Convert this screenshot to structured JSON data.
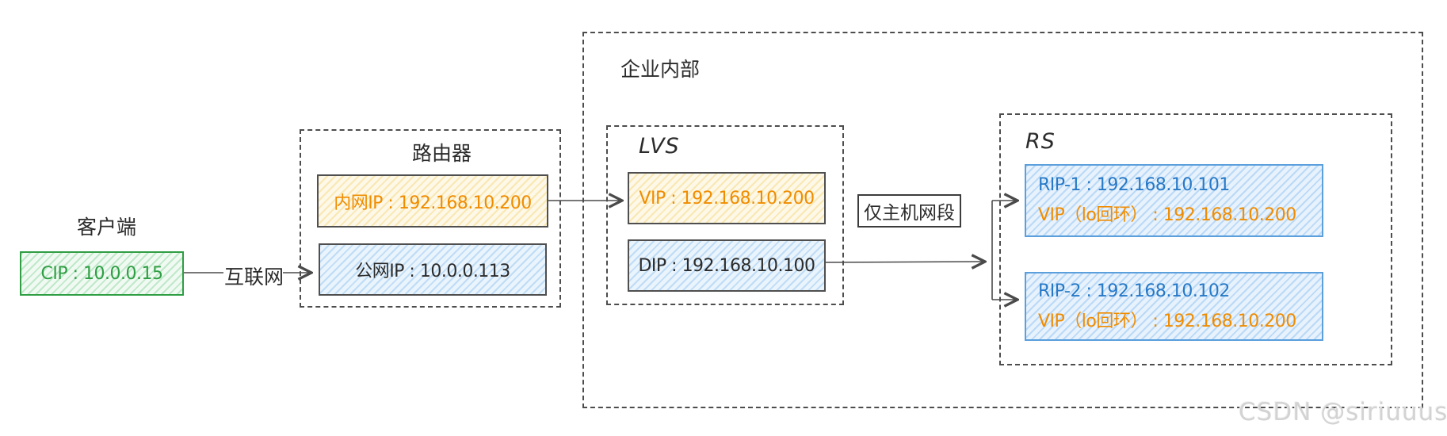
{
  "client": {
    "title": "客户端",
    "cip": "CIP : 10.0.0.15"
  },
  "labels": {
    "internet": "互联网",
    "host_only": "仅主机网段"
  },
  "router": {
    "title": "路由器",
    "lan_ip": "内网IP : 192.168.10.200",
    "wan_ip": "公网IP : 10.0.0.113"
  },
  "enterprise": {
    "title": "企业内部"
  },
  "lvs": {
    "title": "LVS",
    "vip": "VIP : 192.168.10.200",
    "dip": "DIP : 192.168.10.100"
  },
  "rs": {
    "title": "RS",
    "servers": [
      {
        "rip": "RIP-1 : 192.168.10.101",
        "vip": "VIP（lo回环） : 192.168.10.200"
      },
      {
        "rip": "RIP-2 : 192.168.10.102",
        "vip": "VIP（lo回环） : 192.168.10.200"
      }
    ]
  },
  "watermark": {
    "text": "CSDN @siriuuus"
  },
  "colors": {
    "orange_text": "#f08c00",
    "blue_text": "#2779c7",
    "green_text": "#2f9e44",
    "dark_text": "#2b2b2b",
    "dashed_border": "#4d4d4d",
    "node_border": "#4f4f4f",
    "rip_border": "#5b9fdd",
    "cream_fill": "#fdf8e7",
    "blue_fill": "#eaf4fc",
    "green_fill": "#f0faf2",
    "arrow": "#4a4a4a",
    "watermark_gray": "#d3d3d3"
  }
}
